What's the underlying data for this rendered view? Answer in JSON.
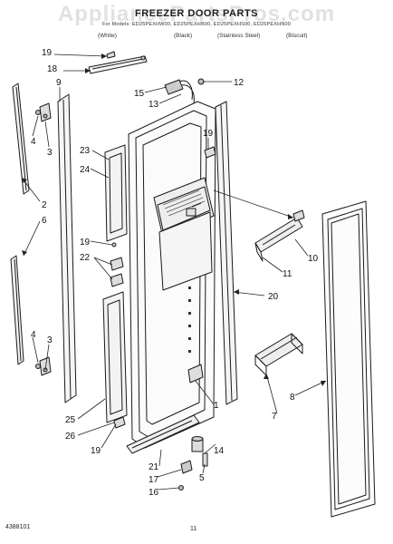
{
  "header": {
    "watermark": "AppliancePartsPros.com",
    "title": "FREEZER DOOR PARTS",
    "subtitle": "For Models: ED25PEXHW00, ED25PEXHB00, ED25PEXHS00, ED25PEXHN00",
    "finishes": [
      "(White)",
      "(Black)",
      "(Stainless Steel)",
      "(Biscuit)"
    ]
  },
  "callouts": [
    "19",
    "18",
    "9",
    "4",
    "3",
    "2",
    "6",
    "4",
    "3",
    "25",
    "26",
    "19",
    "23",
    "24",
    "19",
    "22",
    "15",
    "13",
    "12",
    "19",
    "11",
    "10",
    "20",
    "1",
    "7",
    "8",
    "21",
    "17",
    "16",
    "14",
    "5"
  ],
  "footer": {
    "part_no": "4388101",
    "page": "11"
  }
}
